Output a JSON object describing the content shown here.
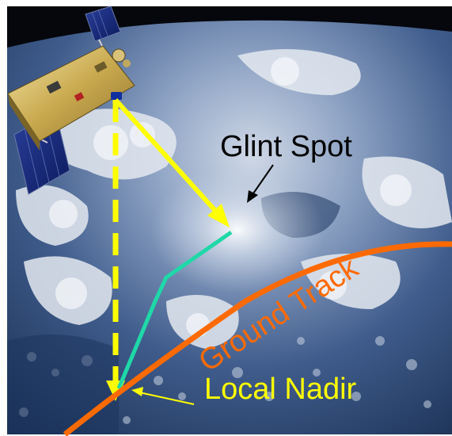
{
  "labels": {
    "glint_spot": "Glint Spot",
    "ground_track": "Ground Track",
    "local_nadir": "Local Nadir"
  },
  "colors": {
    "glint_label": "#000000",
    "ground_track": "#ff6a00",
    "nadir_label": "#ffff00",
    "view_arrow": "#ffff00",
    "glint_path": "#1fd8a8",
    "nadir_dash": "#ffff00",
    "pointer_arrow": "#000000"
  }
}
